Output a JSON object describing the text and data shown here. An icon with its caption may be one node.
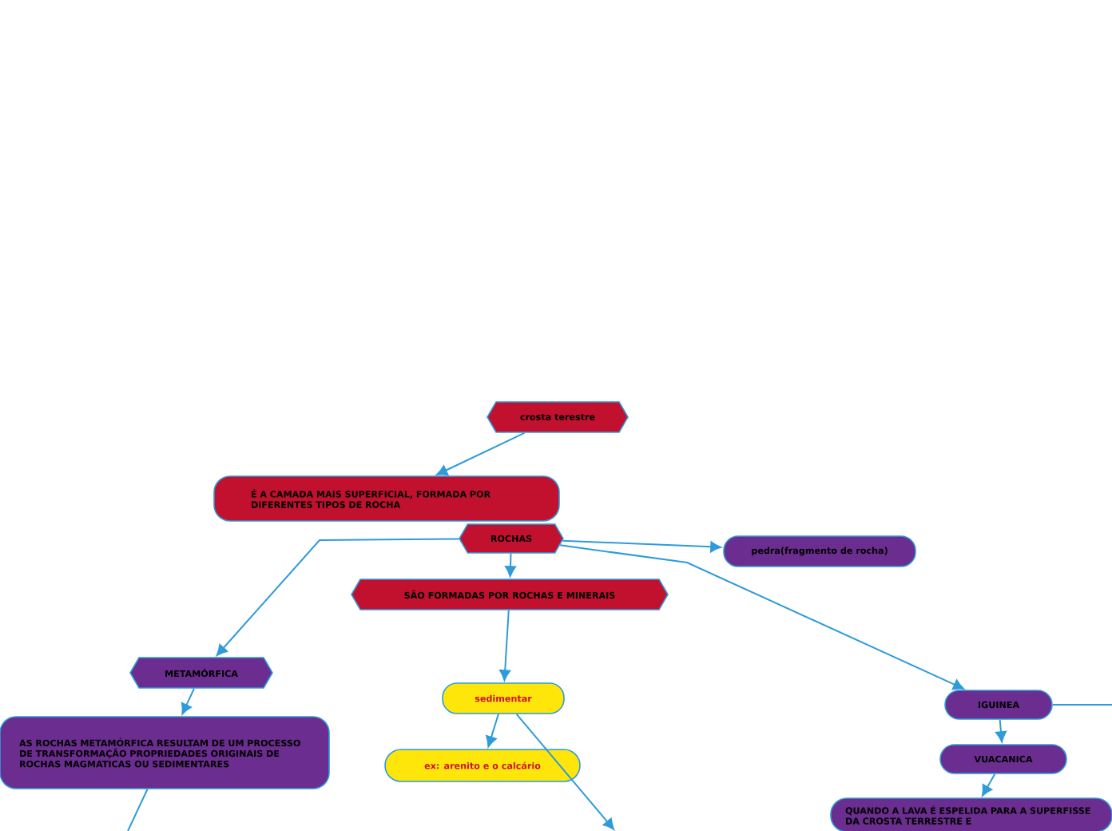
{
  "diagram": {
    "nodes": [
      {
        "text": [
          "crosta terestre"
        ]
      },
      {
        "text": [
          "É A CAMADA MAIS SUPERFICIAL, FORMADA POR   DIFERENTES TIPOS DE ROCHA"
        ]
      },
      {
        "text": [
          "ROCHAS"
        ]
      },
      {
        "text": [
          "pedra(fragmento de rocha)"
        ]
      },
      {
        "text": [
          "SÃO FORMADAS POR ROCHAS E MINERAIS"
        ]
      },
      {
        "text": [
          "METAMÓRFICA"
        ]
      },
      {
        "text": [
          "sedimentar"
        ]
      },
      {
        "text": [
          "IGUINEA"
        ]
      },
      {
        "text": [
          "AS ROCHAS METAMÓRFICA RESULTAM DE UM PROCESSO DE TRANSFORMAÇÃO PROPRIEDADES ORIGINAIS DE ROCHAS MAGMATICAS OU SEDIMENTARES"
        ]
      },
      {
        "text": [
          "ex: arenito e o calcário"
        ]
      },
      {
        "text": [
          "VUACANICA"
        ]
      },
      {
        "text": [
          "QUANDO A LAVA É ESPELIDA PARA A SUPERFISSE DA CROSTA TERRESTRE E"
        ]
      }
    ],
    "edges": [
      {
        "from": 0,
        "to": 1,
        "arrow": "to"
      },
      {
        "from": 2,
        "to": 4,
        "arrow": "to"
      },
      {
        "from": 2,
        "to": 3,
        "arrow": "to"
      },
      {
        "from": 2,
        "to": 5,
        "arrow": "to"
      },
      {
        "from": 2,
        "to": 7,
        "arrow": "to"
      },
      {
        "from": 4,
        "to": 6,
        "arrow": "to"
      },
      {
        "from": 5,
        "to": 8,
        "arrow": "to"
      },
      {
        "from": 8,
        "to": null,
        "arrow": "none"
      },
      {
        "from": 6,
        "to": 9,
        "arrow": "to"
      },
      {
        "from": 6,
        "to": null,
        "arrow": "to"
      },
      {
        "from": 7,
        "to": 10,
        "arrow": "to"
      },
      {
        "from": 10,
        "to": 11,
        "arrow": "to"
      },
      {
        "from": 7,
        "to": null,
        "arrow": "none"
      }
    ]
  }
}
